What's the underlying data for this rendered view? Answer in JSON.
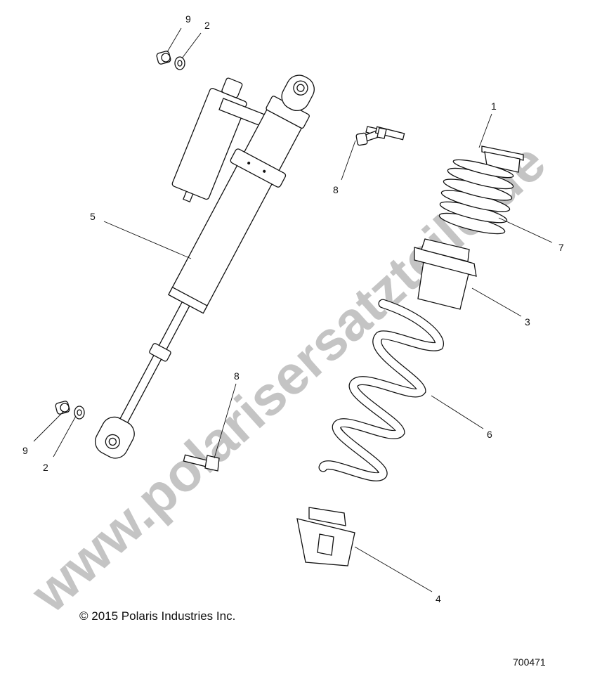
{
  "diagram": {
    "watermark": "www.polarisersatzteile.de",
    "copyright": "© 2015 Polaris Industries Inc.",
    "figure_number": "700471",
    "callouts": {
      "nut_top": "9",
      "washer_top": "2",
      "spring_retainer": "1",
      "bolt_top": "8",
      "bump_stop": "7",
      "shock": "5",
      "spring_seat": "3",
      "spring": "6",
      "nut_bottom": "9",
      "washer_bottom": "2",
      "bolt_bottom": "8",
      "lower_seat": "4"
    }
  }
}
